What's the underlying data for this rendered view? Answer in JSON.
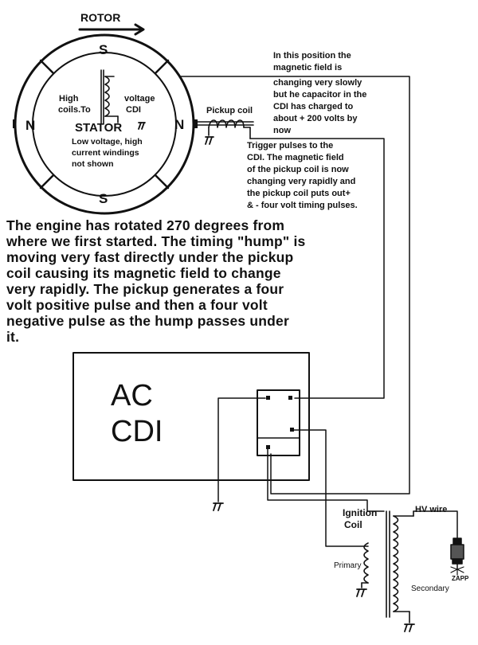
{
  "rotor": {
    "label": "ROTOR",
    "poles": {
      "top": "S",
      "bottom": "S",
      "left": "N",
      "right": "N"
    }
  },
  "stator": {
    "title": "STATOR",
    "high_left": "High",
    "high_right": "voltage",
    "coils_left": "coils.To",
    "coils_right": "CDI",
    "low_lines": [
      "Low voltage, high",
      "current windings",
      "not shown"
    ]
  },
  "pickup": {
    "label": "Pickup coil"
  },
  "notes": {
    "position": [
      "In this position the",
      "magnetic field is",
      "changing very slowly",
      "but he capacitor in the",
      "CDI has charged to",
      "about + 200 volts by",
      "now"
    ],
    "trigger": [
      "Trigger pulses to the",
      "CDI. The magnetic field",
      "of the pickup coil is now",
      "changing very rapidly and",
      "the pickup coil puts out+",
      "& - four volt timing pulses."
    ]
  },
  "paragraph": [
    "The engine has rotated 270 degrees from",
    "where we first started.  The timing \"hump\" is",
    "moving very fast directly under the pickup",
    "coil causing its magnetic field to change",
    "very rapidly.  The pickup generates a four",
    "volt positive pulse and then a four volt",
    "negative pulse as the hump passes under",
    "it."
  ],
  "cdi": {
    "line1": "AC",
    "line2": "CDI"
  },
  "ignition": {
    "title_line1": "Ignition",
    "title_line2": "Coil",
    "hv_wire": "HV  wire",
    "primary": "Primary",
    "secondary": "Secondary",
    "zapp": "ZAPP"
  }
}
